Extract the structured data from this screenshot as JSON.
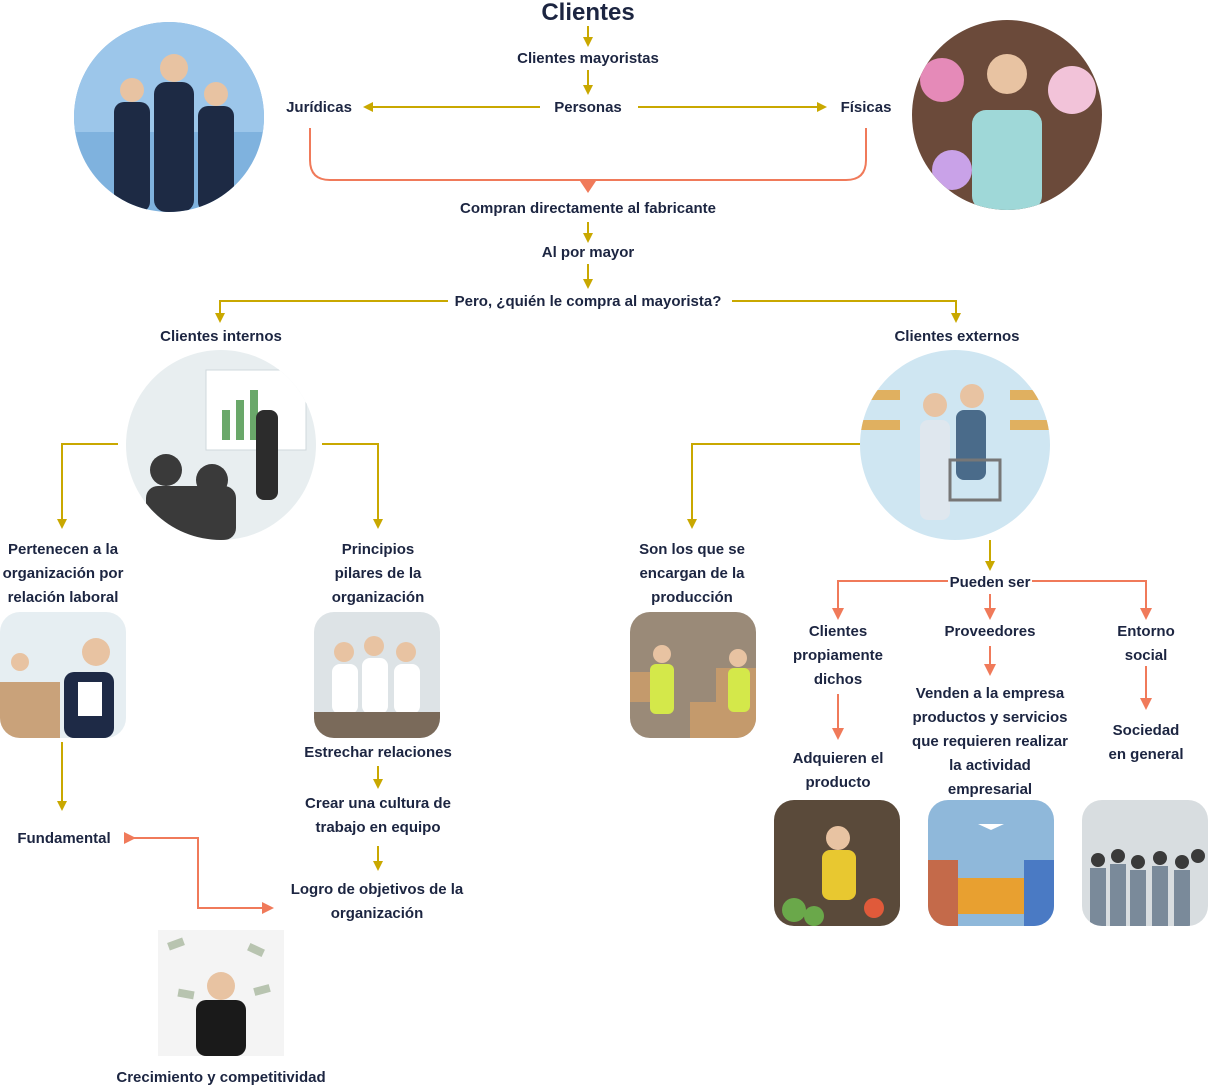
{
  "title": "Clientes",
  "nodes": {
    "mayoristas": "Clientes mayoristas",
    "personas": "Personas",
    "juridicas": "Jurídicas",
    "fisicas": "Físicas",
    "compran": "Compran directamente al fabricante",
    "alpormayor": "Al por mayor",
    "pregunta": "Pero, ¿quién le compra al mayorista?",
    "internos": "Clientes internos",
    "externos": "Clientes externos",
    "pertenecen": "Pertenecen a la organización por relación laboral",
    "principios": "Principios pilares de la organización",
    "estrechar": "Estrechar relaciones",
    "cultura": "Crear una cultura de trabajo en equipo",
    "logro": "Logro de objetivos de la organización",
    "fundamental": "Fundamental",
    "crecimiento": "Crecimiento y competitividad",
    "produccion": "Son los que se encargan de la producción",
    "pueden": "Pueden ser",
    "propiamente": "Clientes propiamente dichos",
    "proveedores": "Proveedores",
    "entorno": "Entorno social",
    "adquieren": "Adquieren el producto",
    "venden": "Venden a la empresa productos y servicios que requieren realizar la actividad empresarial",
    "sociedad": "Sociedad en general"
  },
  "colors": {
    "text": "#1c2541",
    "gold_arrow": "#c9a800",
    "orange_arrow": "#f07a5a"
  }
}
